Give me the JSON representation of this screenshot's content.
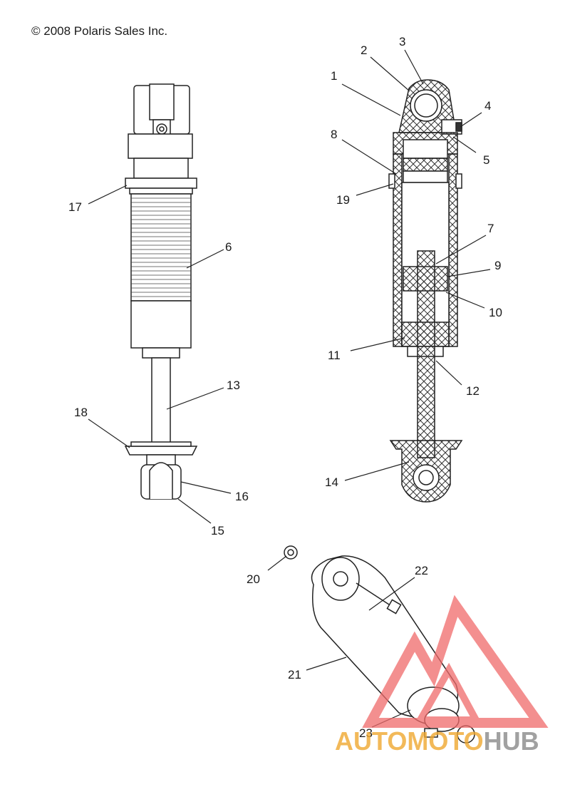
{
  "copyright": "© 2008 Polaris Sales Inc.",
  "callouts": [
    "1",
    "2",
    "3",
    "4",
    "5",
    "6",
    "7",
    "8",
    "9",
    "10",
    "11",
    "12",
    "13",
    "14",
    "15",
    "16",
    "17",
    "18",
    "19",
    "20",
    "21",
    "22",
    "23"
  ],
  "watermark": {
    "part1": "AUTOMOTO",
    "part2": "HUB",
    "color1": "#f0a830",
    "color2": "#8a8a8a",
    "logo_color": "#f06a6a"
  }
}
